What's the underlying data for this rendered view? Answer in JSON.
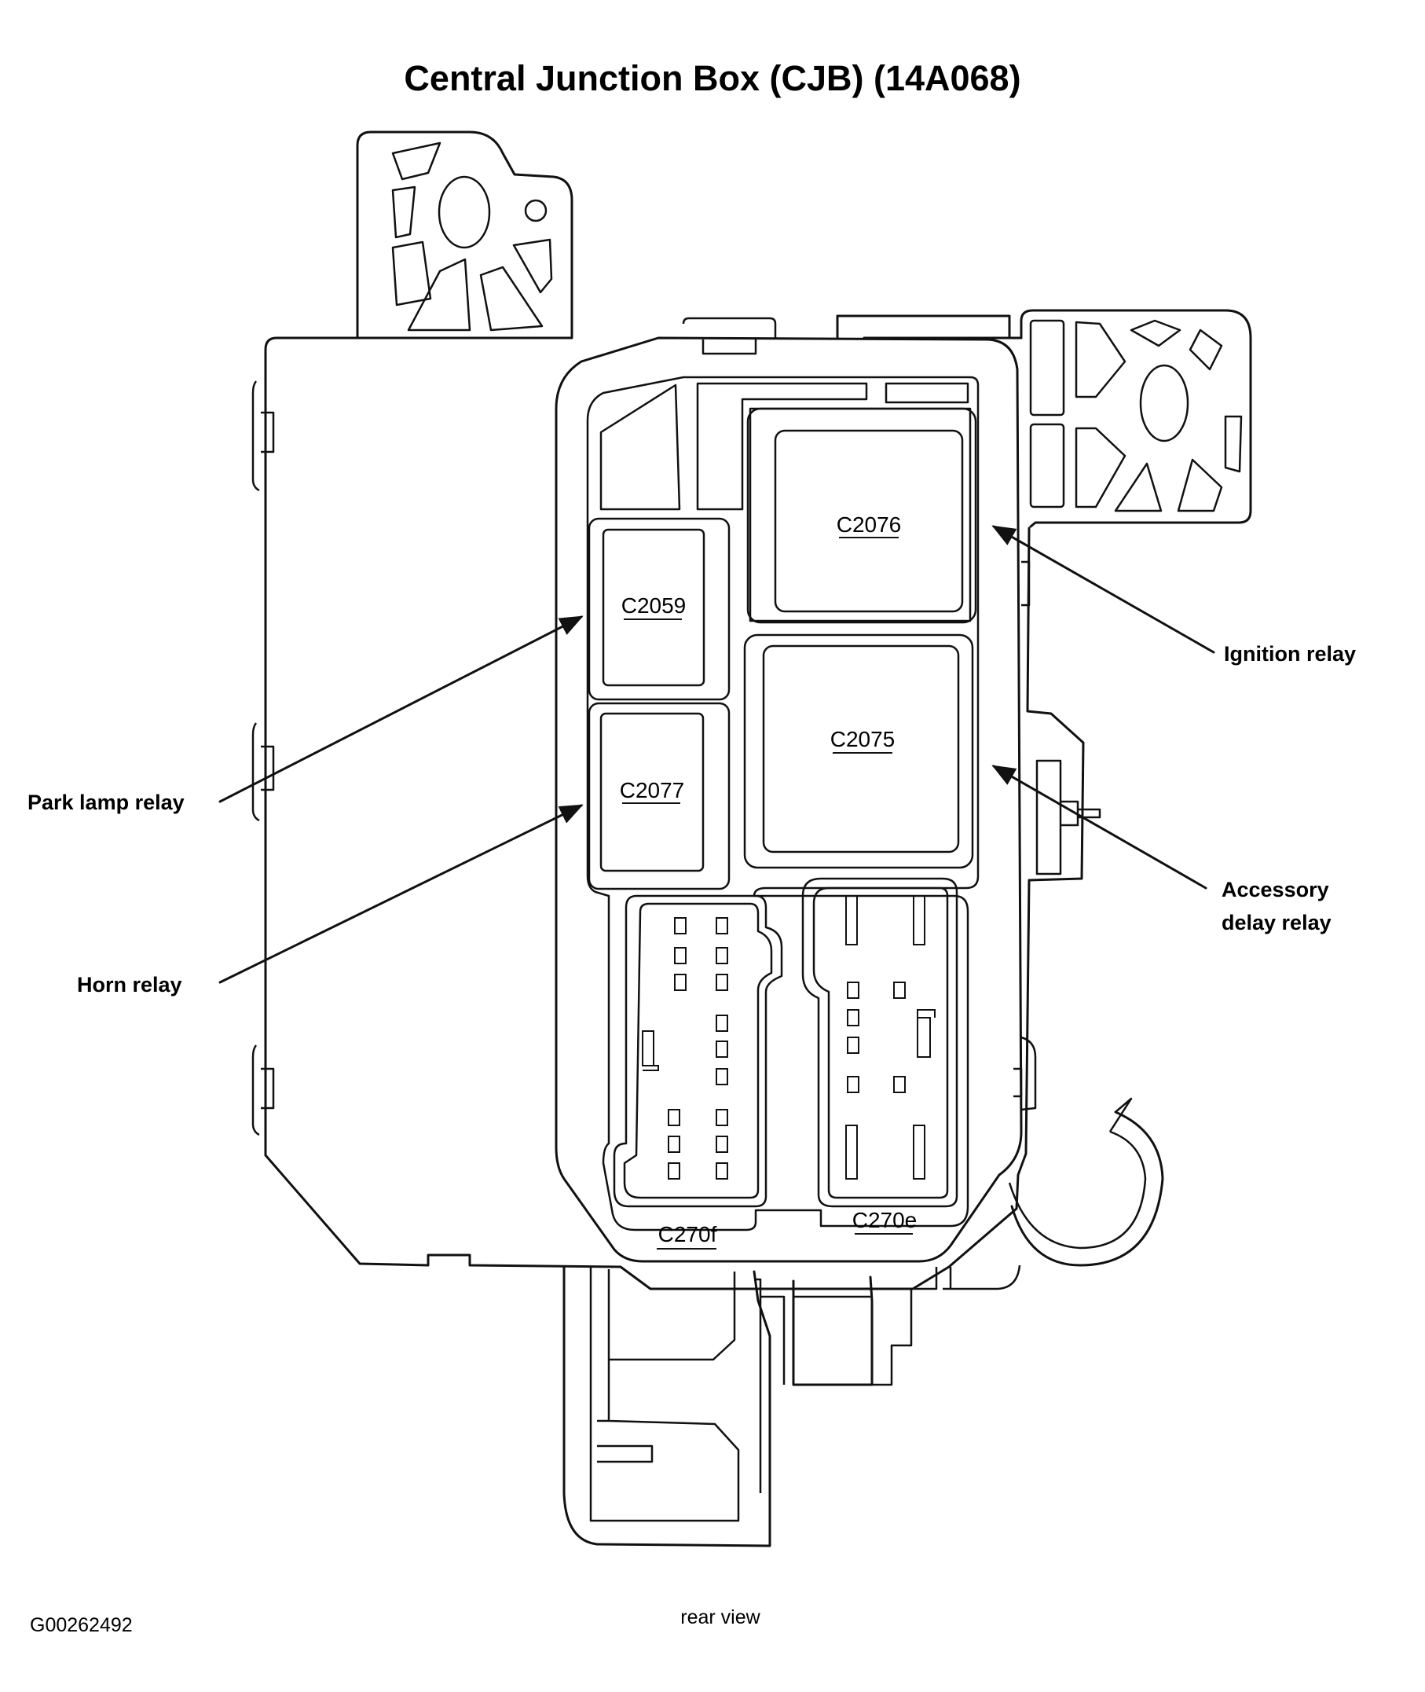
{
  "title": "Central Junction Box (CJB) (14A068)",
  "connectors": {
    "c2076": "C2076",
    "c2059": "C2059",
    "c2075": "C2075",
    "c2077": "C2077",
    "c270f": "C270f",
    "c270e": "C270e"
  },
  "callouts": {
    "ignition_relay": "Ignition relay",
    "park_lamp_relay": "Park lamp relay",
    "accessory_delay_relay_line1": "Accessory",
    "accessory_delay_relay_line2": "delay relay",
    "horn_relay": "Horn relay"
  },
  "footer": {
    "view": "rear view",
    "figure_id": "G00262492"
  }
}
